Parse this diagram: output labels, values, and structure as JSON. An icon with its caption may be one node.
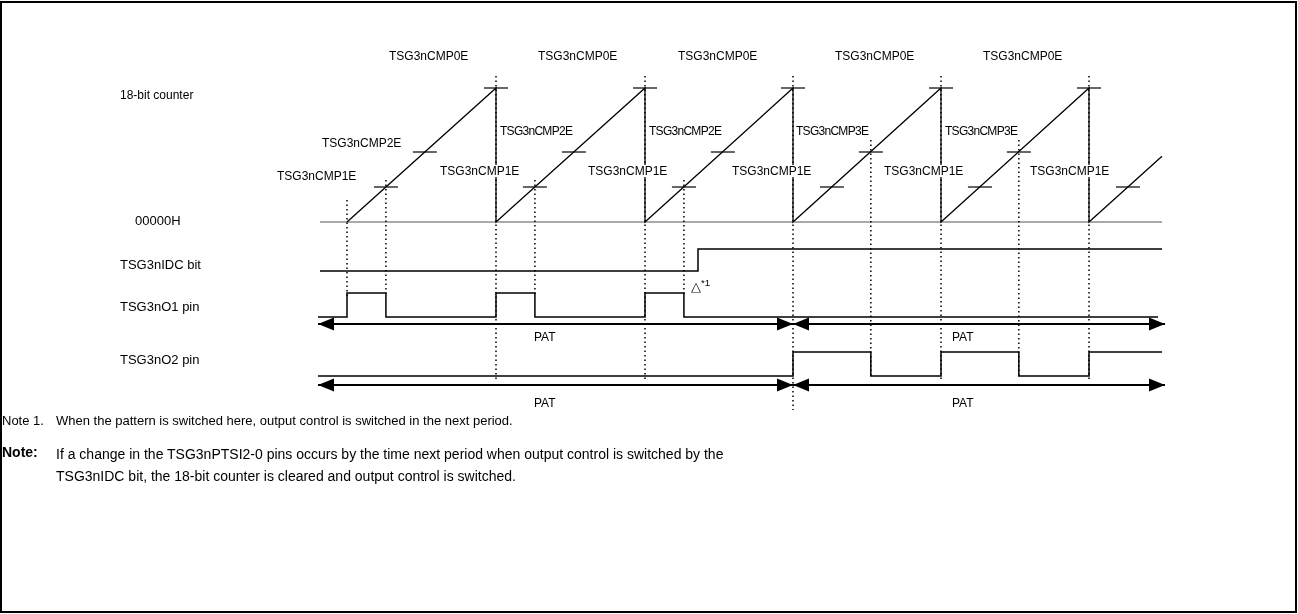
{
  "diagram": {
    "labels": [
      "TSG3nCMP0E",
      "TSG3nCMP0E",
      "TSG3nCMP0E",
      "TSG3nCMP0E",
      "TSG3nCMP0E",
      "18-bit counter",
      "TSG3nCMP2E",
      "TSG3nCMP2E",
      "TSG3nCMP2E",
      "TSG3nCMP3E",
      "TSG3nCMP3E",
      "TSG3nCMP1E",
      "TSG3nCMP1E",
      "TSG3nCMP1E",
      "TSG3nCMP1E",
      "TSG3nCMP1E",
      "TSG3nCMP1E",
      "00000H",
      "TSG3nIDC bit",
      "△$^{*1}$",
      "TSG3nO1 pin",
      "PAT",
      "PAT",
      "TSG3nO2 pin",
      "PAT",
      "PAT",
      "Note 1.",
      "When the pattern is switched here, output control is switched in the next period.",
      "Note:",
      "If a change in the TSG3nPTSI2-0 pins occurs by the time next period when output control is switched by the TSG3nIDC bit, the 18-bit counter is cleared and output control is switched."
    ]
  }
}
